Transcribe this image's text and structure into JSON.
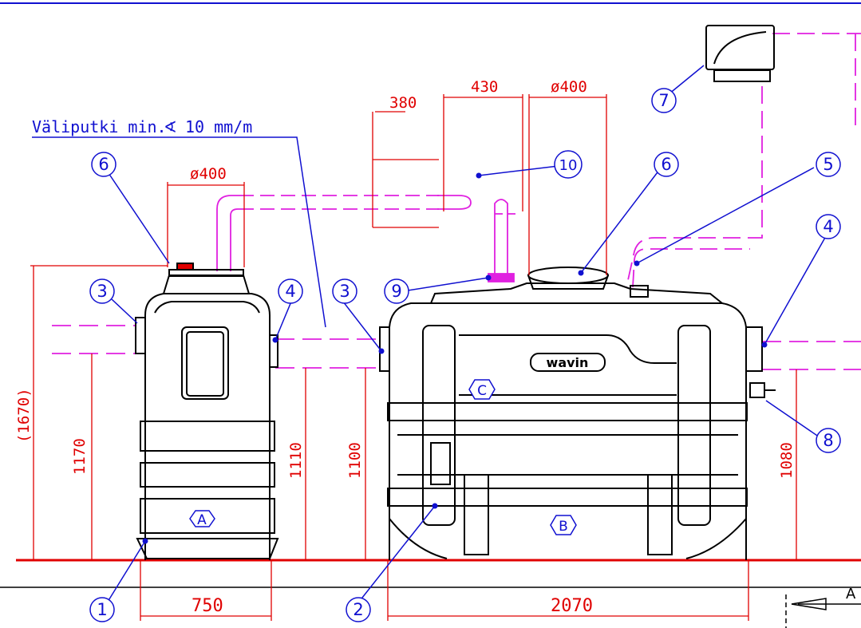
{
  "annotation": {
    "text": "Väliputki min.",
    "symbol": "∢",
    "slope": "10 mm/m"
  },
  "dimensions": {
    "d380": "380",
    "d430": "430",
    "d400_right": "ø400",
    "d400_left": "ø400",
    "h1670": "(1670)",
    "h1170": "1170",
    "h1110": "1110",
    "h1100": "1100",
    "h1080": "1080",
    "w750": "750",
    "w2070": "2070"
  },
  "balloons": {
    "b1": "1",
    "b2": "2",
    "b3a": "3",
    "b3b": "3",
    "b4a": "4",
    "b4b": "4",
    "b5": "5",
    "b6a": "6",
    "b6b": "6",
    "b7": "7",
    "b8": "8",
    "b9": "9",
    "b10": "10"
  },
  "tank_labels": {
    "a": "A",
    "b": "B",
    "c": "C"
  },
  "brand": "wavin",
  "section": "A",
  "colors": {
    "dimension": "#e00000",
    "balloon": "#1010d0",
    "pipe": "#e020e0",
    "outline": "#000000"
  }
}
